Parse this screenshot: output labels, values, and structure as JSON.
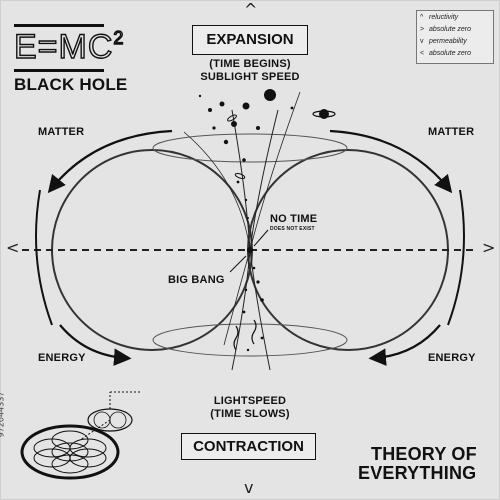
{
  "logo": {
    "equation": "E=MC",
    "exponent": "2"
  },
  "title": "BLACK HOLE",
  "expansion": {
    "label": "EXPANSION",
    "line1": "(TIME BEGINS)",
    "line2": "SUBLIGHT SPEED"
  },
  "contraction": {
    "label": "CONTRACTION",
    "line1": "LIGHTSPEED",
    "line2": "(TIME SLOWS)"
  },
  "sides": {
    "matter": "MATTER",
    "energy": "ENERGY"
  },
  "center": {
    "no_time": "NO TIME",
    "not_exist": "DOES NOT EXIST",
    "big_bang": "BIG BANG"
  },
  "theory": {
    "line1": "THEORY OF",
    "line2": "EVERYTHING"
  },
  "legend": [
    {
      "symbol": "^",
      "label": "reluctivity"
    },
    {
      "symbol": ">",
      "label": "absolute zero"
    },
    {
      "symbol": "v",
      "label": "permeability"
    },
    {
      "symbol": "<",
      "label": "absolute zero"
    }
  ],
  "stock_id": "972044337",
  "nav": {
    "up": "^",
    "down": "v",
    "left": "<",
    "right": ">"
  }
}
